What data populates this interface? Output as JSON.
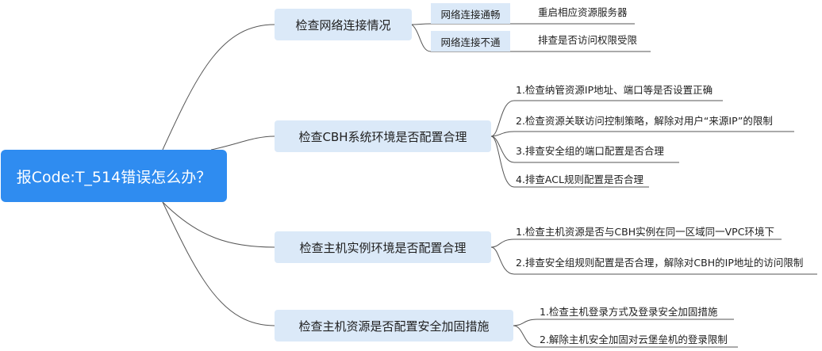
{
  "root": {
    "label": "报Code:T_514错误怎么办？"
  },
  "branches": [
    {
      "label": "检查网络连接情况",
      "subs": [
        {
          "label": "网络连接通畅",
          "leaf": "重启相应资源服务器"
        },
        {
          "label": "网络连接不通",
          "leaf": "排查是否访问权限受限"
        }
      ]
    },
    {
      "label": "检查CBH系统环境是否配置合理",
      "leaves": [
        "1.检查纳管资源IP地址、端口等是否设置正确",
        "2.检查资源关联访问控制策略，解除对用户“来源IP”的限制",
        "3.排查安全组的端口配置是否合理",
        "4.排查ACL规则配置是否合理"
      ]
    },
    {
      "label": "检查主机实例环境是否配置合理",
      "leaves": [
        "1.检查主机资源是否与CBH实例在同一区域同一VPC环境下",
        "2.排查安全组规则配置是否合理，解除对CBH的IP地址的访问限制"
      ]
    },
    {
      "label": "检查主机资源是否配置安全加固措施",
      "leaves": [
        "1.检查主机登录方式及登录安全加固措施",
        "2.解除主机安全加固对云堡垒机的登录限制"
      ]
    }
  ],
  "colors": {
    "root": "#2f8cf0",
    "node": "#dbe9f8",
    "line": "#555555"
  }
}
